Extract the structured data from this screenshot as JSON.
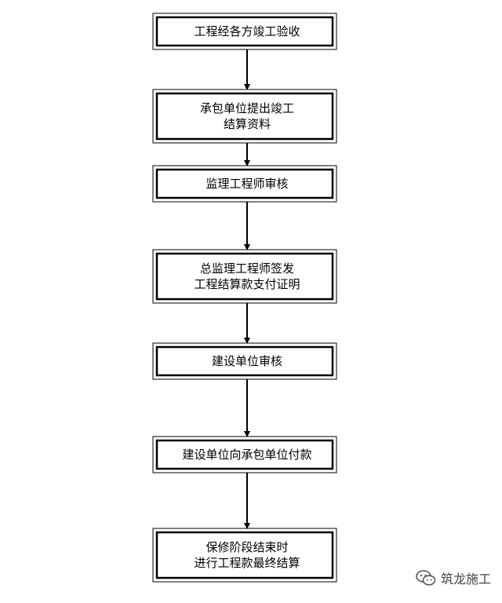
{
  "flowchart": {
    "steps": [
      {
        "lines": [
          "工程经各方竣工验收"
        ]
      },
      {
        "lines": [
          "承包单位提出竣工",
          "结算资料"
        ]
      },
      {
        "lines": [
          "监理工程师审核"
        ]
      },
      {
        "lines": [
          "总监理工程师签发",
          "工程结算款支付证明"
        ]
      },
      {
        "lines": [
          "建设单位审核"
        ]
      },
      {
        "lines": [
          "建设单位向承包单位付款"
        ]
      },
      {
        "lines": [
          "保修阶段结束时",
          "进行工程款最终结算"
        ]
      }
    ]
  },
  "watermark": {
    "text": "筑龙施工",
    "icon": "wechat-icon"
  }
}
